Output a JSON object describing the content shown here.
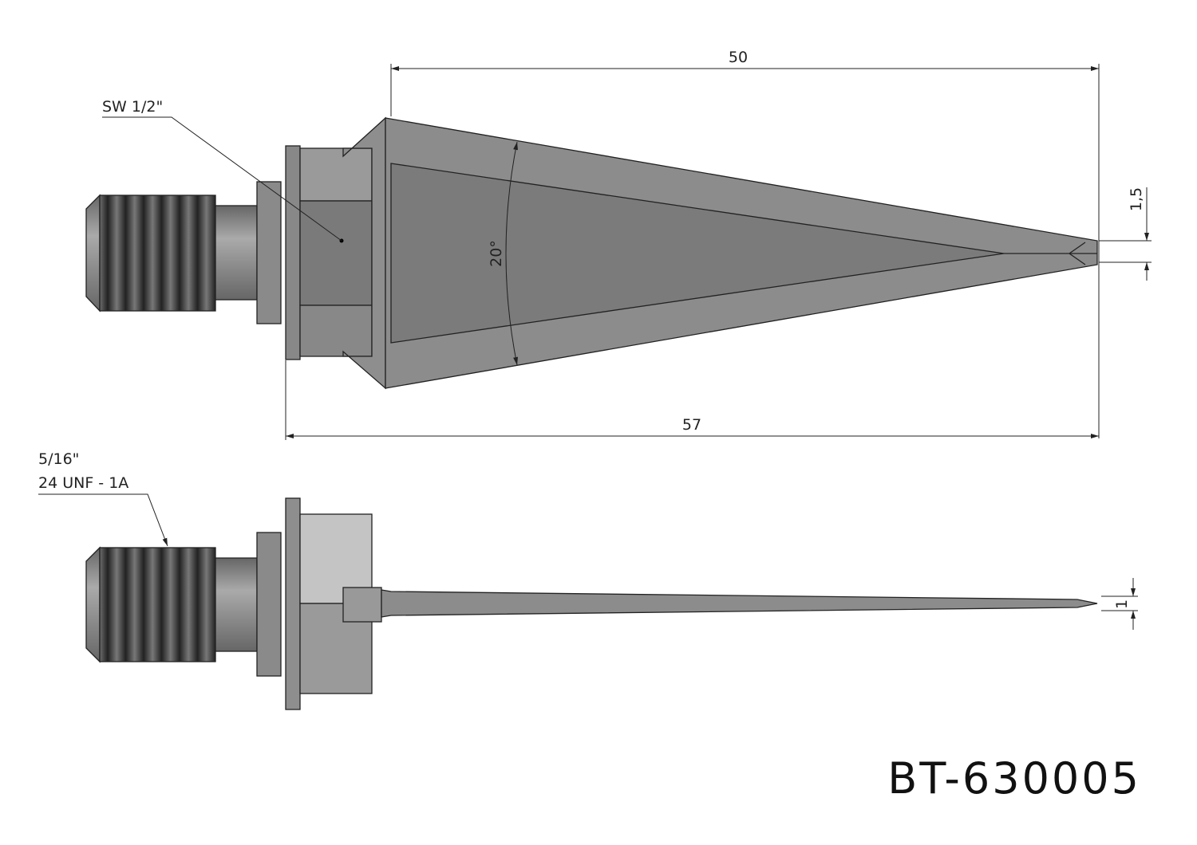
{
  "drawing": {
    "part_number": "BT-630005",
    "top_view": {
      "dim_length_tip": "50",
      "dim_length_total": "57",
      "dim_tip_width": "1,5",
      "dim_angle": "20°",
      "wrench_label": "SW 1/2\""
    },
    "side_view": {
      "thread_label_line1": "5/16\"",
      "thread_label_line2": "24 UNF - 1A",
      "dim_needle_width": "1"
    }
  }
}
